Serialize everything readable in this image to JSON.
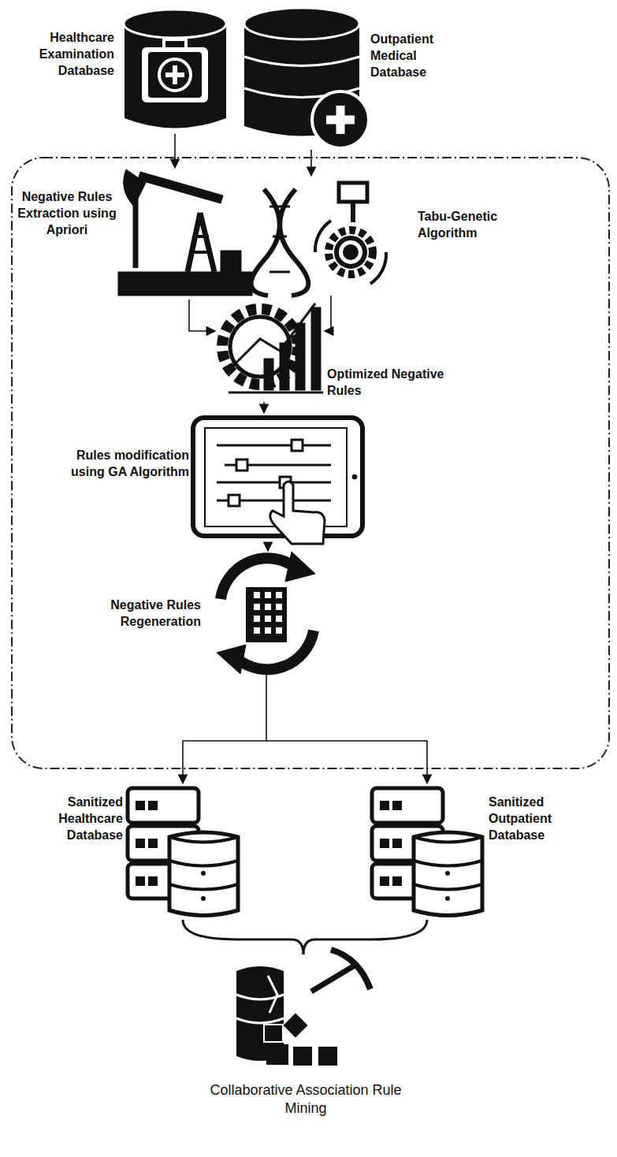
{
  "diagram": {
    "nodes": [
      {
        "text": [
          "Healthcare Examination Database"
        ]
      },
      {
        "text": [
          "Outpatient Medical Database"
        ]
      },
      {
        "text": [
          "Negative Rules Extraction using Apriori"
        ]
      },
      {
        "text": [
          "Tabu-Genetic Algorithm"
        ]
      },
      {
        "text": [
          "Optimized Negative Rules"
        ]
      },
      {
        "text": [
          "Rules modification using GA Algorithm"
        ]
      },
      {
        "text": [
          "Negative Rules Regeneration"
        ]
      },
      {
        "text": [
          "Sanitized Healthcare Database"
        ]
      },
      {
        "text": [
          "Sanitized Outpatient Database"
        ]
      },
      {
        "text": [
          "Collaborative Association Rule Mining"
        ]
      }
    ],
    "edges": [
      {
        "from": 0,
        "to": 2,
        "arrow": "to"
      },
      {
        "from": 1,
        "to": 3,
        "arrow": "to"
      },
      {
        "from": 2,
        "to": 4,
        "arrow": "to"
      },
      {
        "from": 3,
        "to": 4,
        "arrow": "to"
      },
      {
        "from": 4,
        "to": 5,
        "arrow": "to"
      },
      {
        "from": 5,
        "to": 6,
        "arrow": "to"
      },
      {
        "from": 6,
        "to": 7,
        "arrow": "to"
      },
      {
        "from": 6,
        "to": 8,
        "arrow": "to"
      },
      {
        "from": 7,
        "to": 9,
        "arrow": "none"
      },
      {
        "from": 8,
        "to": 9,
        "arrow": "none"
      }
    ]
  }
}
